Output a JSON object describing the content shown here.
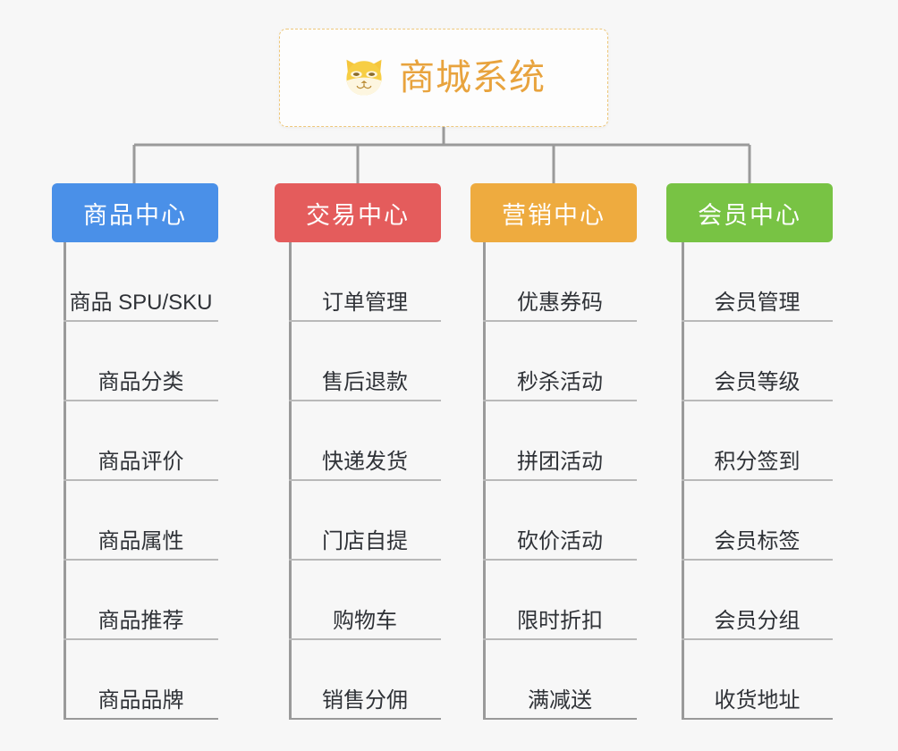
{
  "root": {
    "title": "商城系统",
    "icon": "shiba-dog-icon",
    "title_color": "#e8a33d",
    "border_color": "#eec77a"
  },
  "colors": {
    "connector": "#9a9a9a",
    "leaf_underline": "#b9b9b9",
    "canvas": "#f7f7f7",
    "leaf_text": "#2f3237"
  },
  "branches": [
    {
      "label": "商品中心",
      "color": "#4a90e8",
      "items": [
        "商品 SPU/SKU",
        "商品分类",
        "商品评价",
        "商品属性",
        "商品推荐",
        "商品品牌"
      ]
    },
    {
      "label": "交易中心",
      "color": "#e45c5c",
      "items": [
        "订单管理",
        "售后退款",
        "快递发货",
        "门店自提",
        "购物车",
        "销售分佣"
      ]
    },
    {
      "label": "营销中心",
      "color": "#eeab3f",
      "items": [
        "优惠券码",
        "秒杀活动",
        "拼团活动",
        "砍价活动",
        "限时折扣",
        "满减送"
      ]
    },
    {
      "label": "会员中心",
      "color": "#78c344",
      "items": [
        "会员管理",
        "会员等级",
        "积分签到",
        "会员标签",
        "会员分组",
        "收货地址"
      ]
    }
  ]
}
